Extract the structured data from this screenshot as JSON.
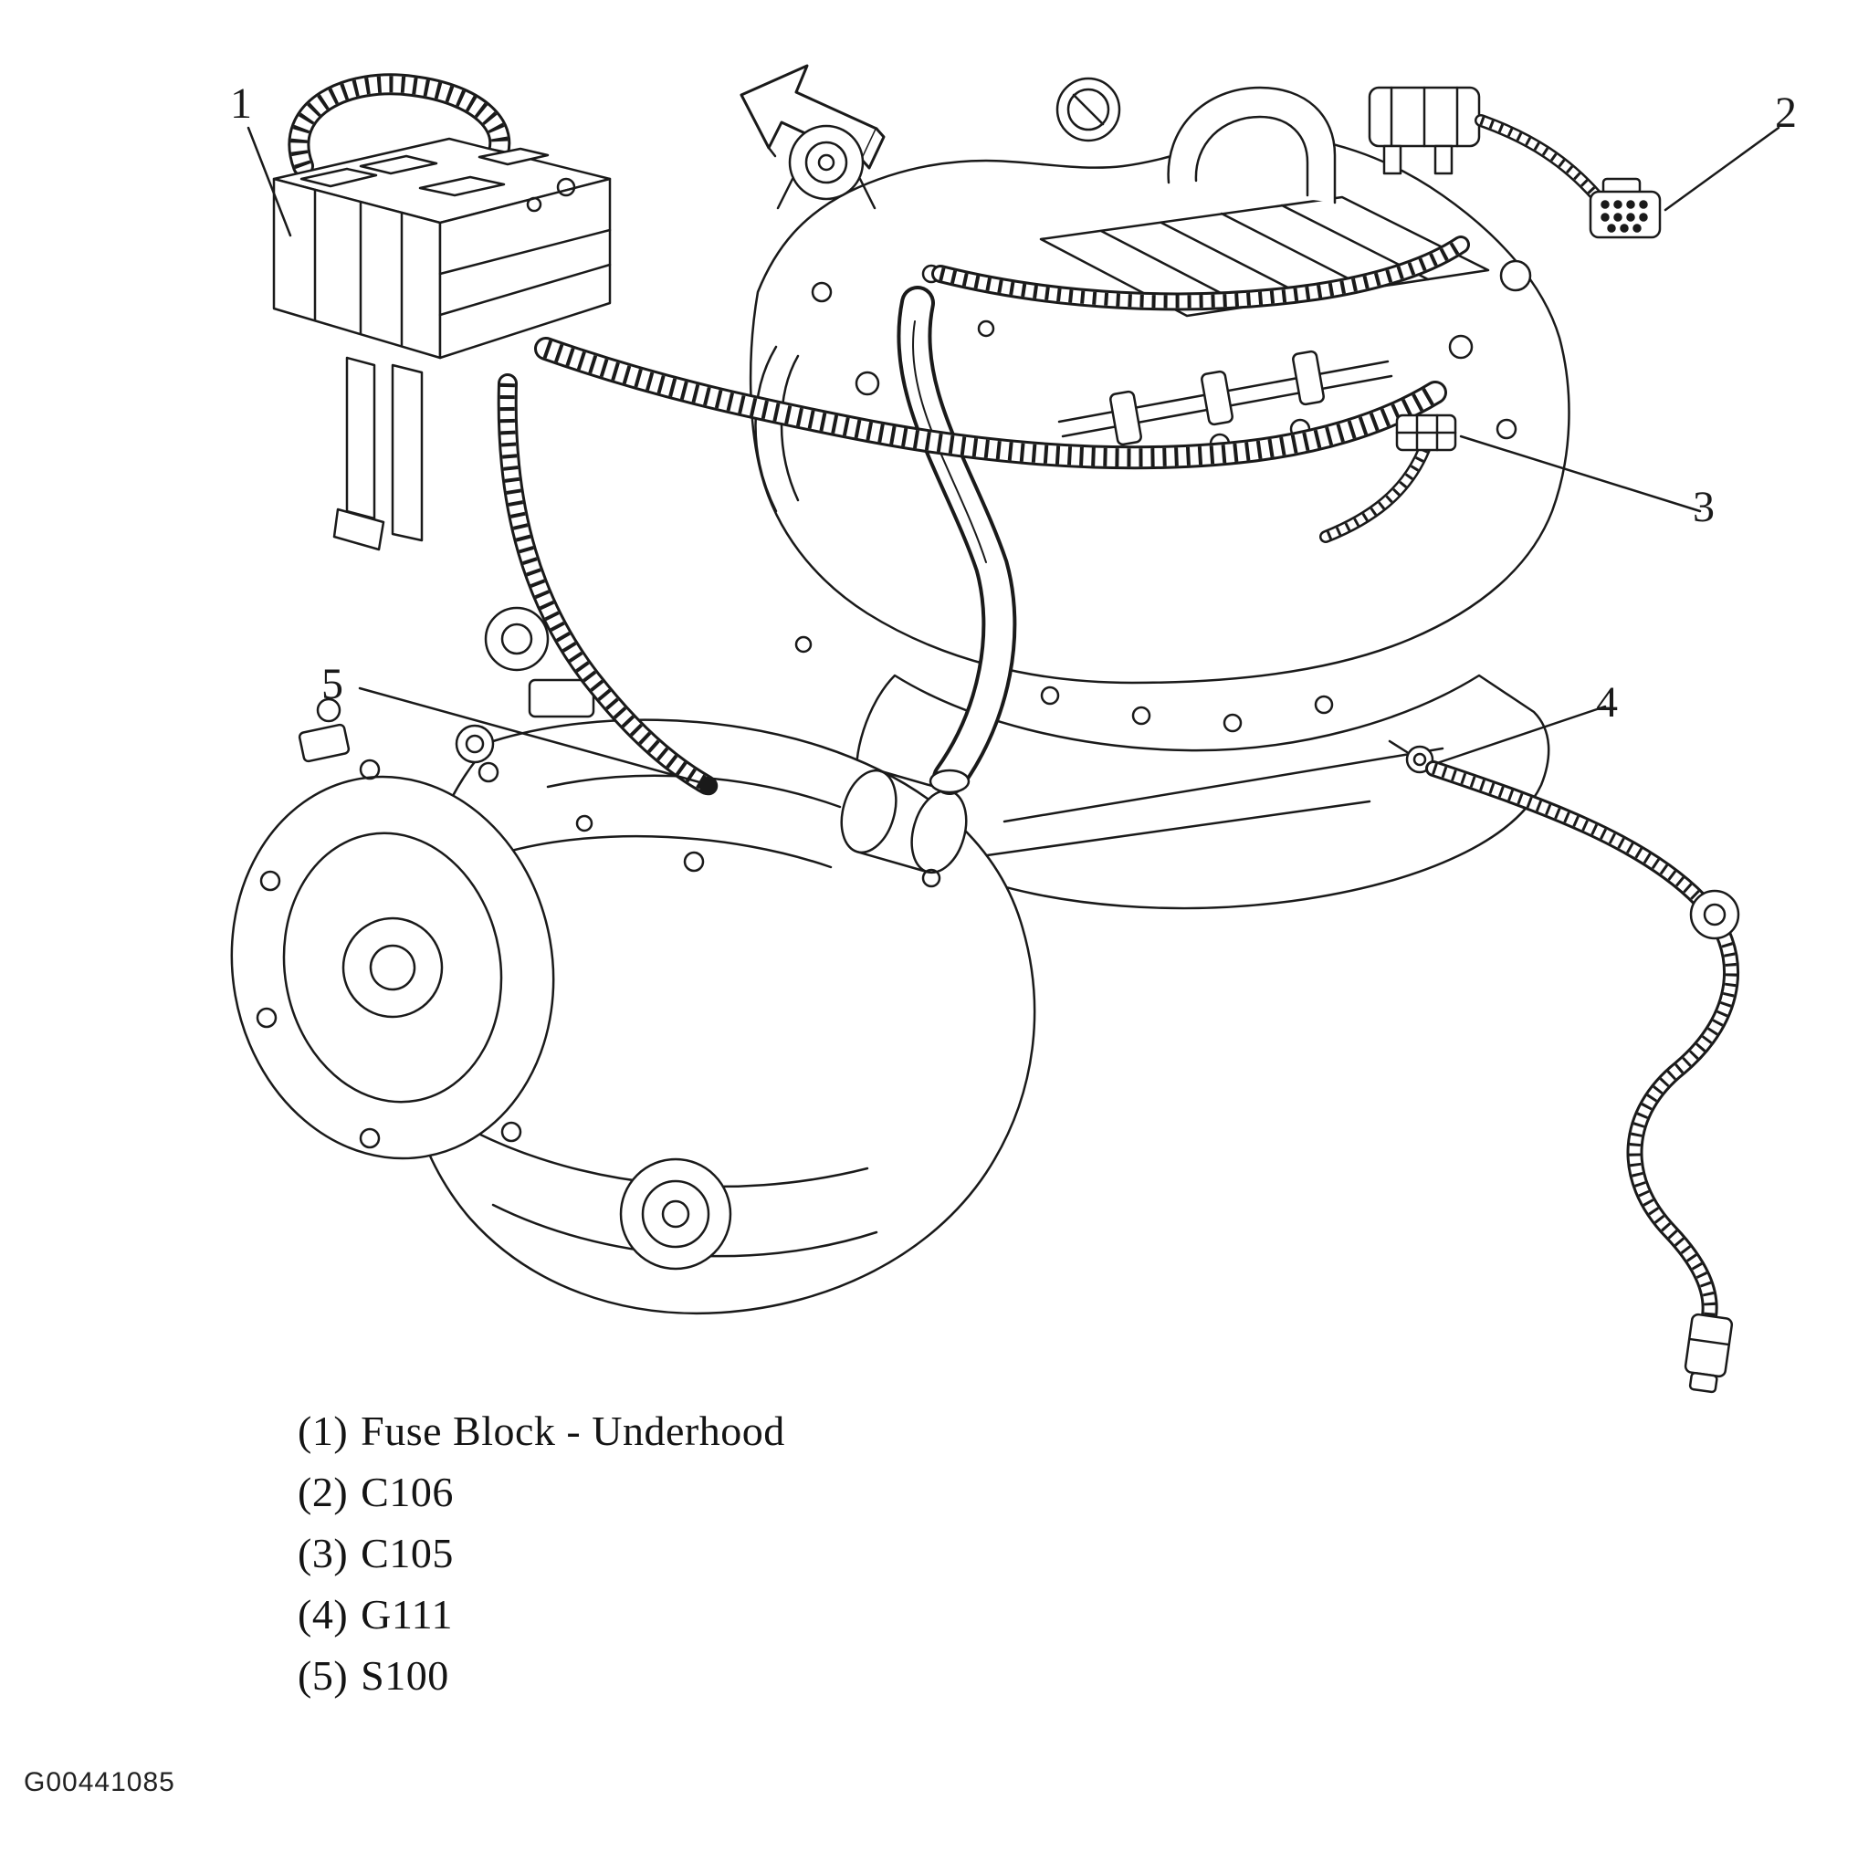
{
  "figure_id": "G00441085",
  "callout_numbers": [
    "1",
    "2",
    "3",
    "4",
    "5"
  ],
  "legend_items": [
    {
      "ref": "(1)",
      "label": "Fuse Block - Underhood"
    },
    {
      "ref": "(2)",
      "label": "C106"
    },
    {
      "ref": "(3)",
      "label": "C105"
    },
    {
      "ref": "(4)",
      "label": "G111"
    },
    {
      "ref": "(5)",
      "label": "S100"
    }
  ],
  "icons": {
    "direction_arrow": "front-of-vehicle-direction-arrow"
  },
  "colors": {
    "ink": "#1a1a1a",
    "paper": "#ffffff"
  }
}
